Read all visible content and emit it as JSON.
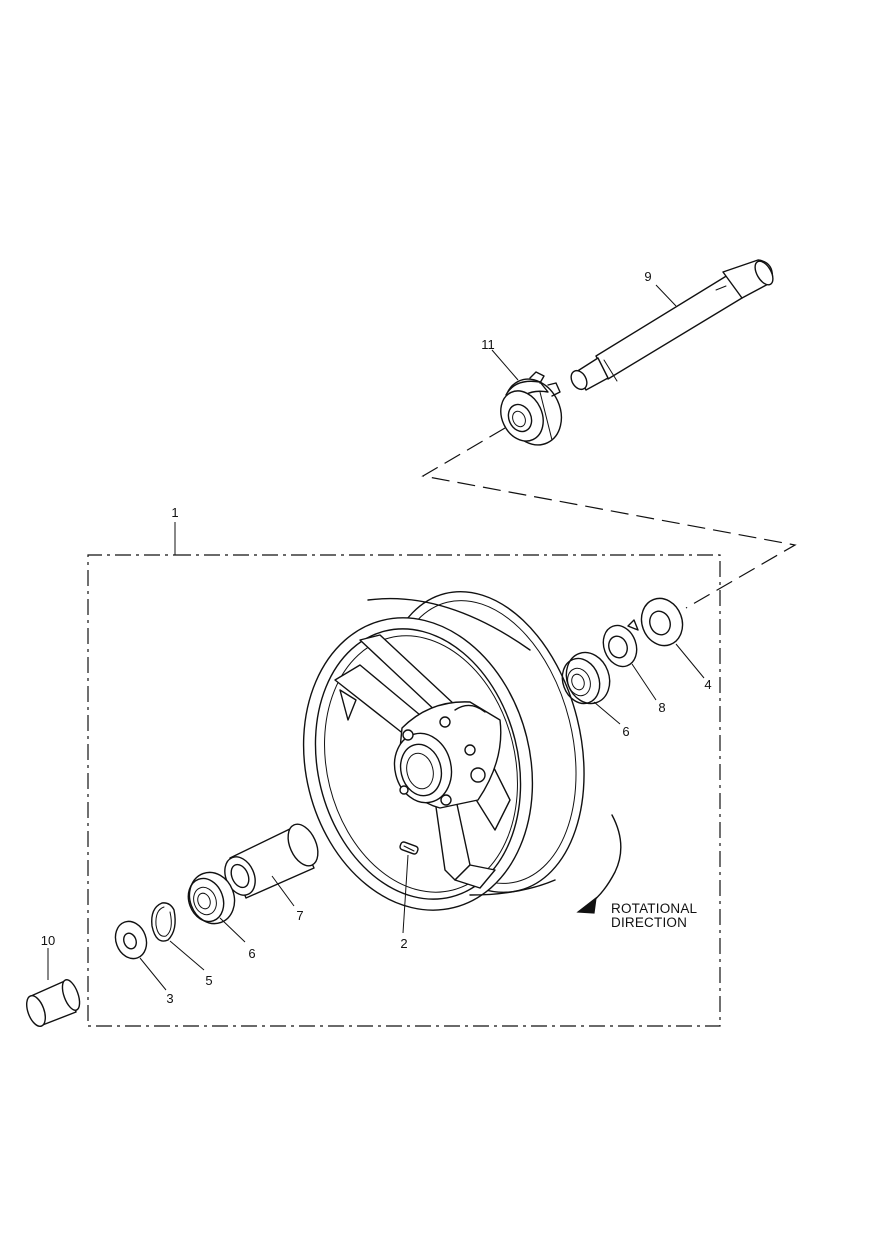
{
  "callouts": [
    {
      "id": "1",
      "label": "1"
    },
    {
      "id": "2",
      "label": "2"
    },
    {
      "id": "3",
      "label": "3"
    },
    {
      "id": "4",
      "label": "4"
    },
    {
      "id": "5",
      "label": "5"
    },
    {
      "id": "6a",
      "label": "6"
    },
    {
      "id": "6b",
      "label": "6"
    },
    {
      "id": "7",
      "label": "7"
    },
    {
      "id": "8",
      "label": "8"
    },
    {
      "id": "9",
      "label": "9"
    },
    {
      "id": "10",
      "label": "10"
    },
    {
      "id": "11",
      "label": "11"
    }
  ],
  "annotation": {
    "line1": "ROTATIONAL",
    "line2": "DIRECTION"
  },
  "colors": {
    "line": "#111111",
    "background": "#ffffff"
  }
}
